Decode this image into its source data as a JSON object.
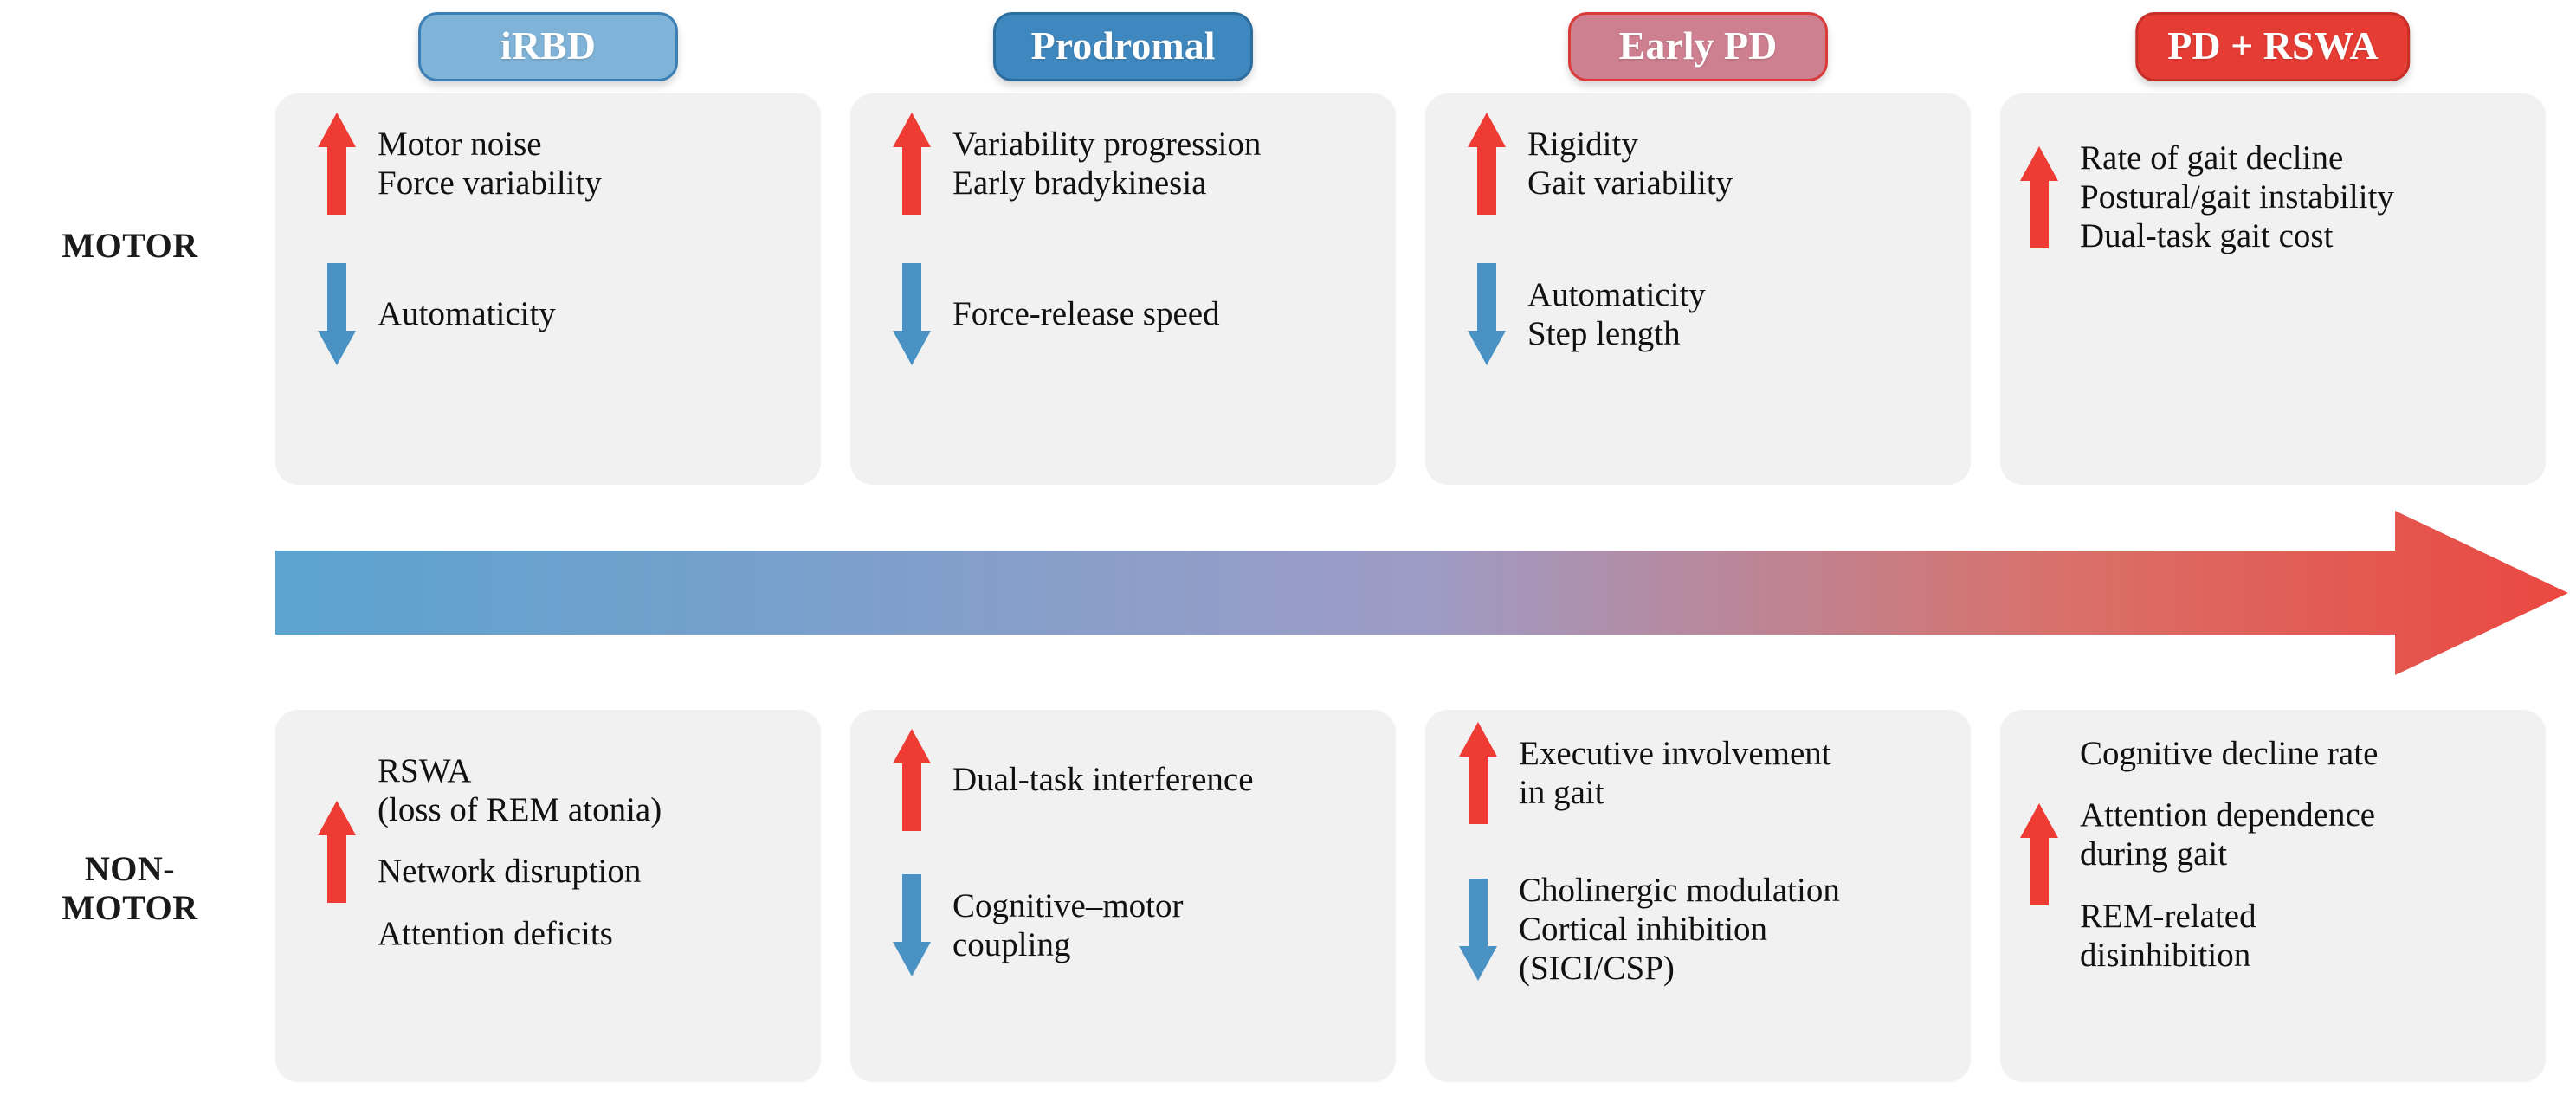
{
  "rows": {
    "motor_label": "MOTOR",
    "nonmotor_label_line1": "NON-",
    "nonmotor_label_line2": "MOTOR"
  },
  "colors": {
    "irbd_pill": "#7fb3d7",
    "irbd_pill_border": "#3b7fb5",
    "prodromal_pill": "#3e87bf",
    "prodromal_pill_border": "#2d6d9e",
    "early_pd_pill": "#ce7f90",
    "early_pd_pill_border": "#d93b3b",
    "pd_rswa_pill": "#e53c34",
    "pd_rswa_pill_border": "#c62f28",
    "card_bg": "#f1f1f1",
    "increase_arrow": "#ee3b33",
    "decrease_arrow": "#4a91c4",
    "progression_start": "#5ba3d0",
    "progression_end": "#ea4840"
  },
  "stages": [
    {
      "id": "irbd",
      "label": "iRBD",
      "motor": {
        "increase": [
          "Motor noise",
          "Force variability"
        ],
        "decrease": [
          "Automaticity"
        ]
      },
      "nonmotor": {
        "increase": [
          "RSWA",
          "(loss of REM atonia)",
          "Network disruption",
          "Attention deficits"
        ],
        "decrease": []
      }
    },
    {
      "id": "prodromal",
      "label": "Prodromal",
      "motor": {
        "increase": [
          "Variability progression",
          "Early bradykinesia"
        ],
        "decrease": [
          "Force-release speed"
        ]
      },
      "nonmotor": {
        "increase": [
          "Dual-task interference"
        ],
        "decrease": [
          "Cognitive–motor",
          "coupling"
        ]
      }
    },
    {
      "id": "early-pd",
      "label": "Early PD",
      "motor": {
        "increase": [
          "Rigidity",
          "Gait variability"
        ],
        "decrease": [
          "Automaticity",
          "Step length"
        ]
      },
      "nonmotor": {
        "increase": [
          "Executive involvement",
          "in gait"
        ],
        "decrease": [
          "Cholinergic modulation",
          "Cortical inhibition",
          "(SICI/CSP)"
        ]
      }
    },
    {
      "id": "pd-rswa",
      "label": "PD + RSWA",
      "motor": {
        "increase": [
          "Rate of gait decline",
          "Postural/gait instability",
          "Dual-task gait cost"
        ],
        "decrease": []
      },
      "nonmotor": {
        "increase": [
          "Cognitive decline rate",
          "Attention dependence",
          "during gait",
          "REM-related",
          "disinhibition"
        ],
        "decrease": []
      }
    }
  ],
  "progression_arrow": {
    "name": "disease-progression-arrow",
    "direction": "left-to-right"
  }
}
